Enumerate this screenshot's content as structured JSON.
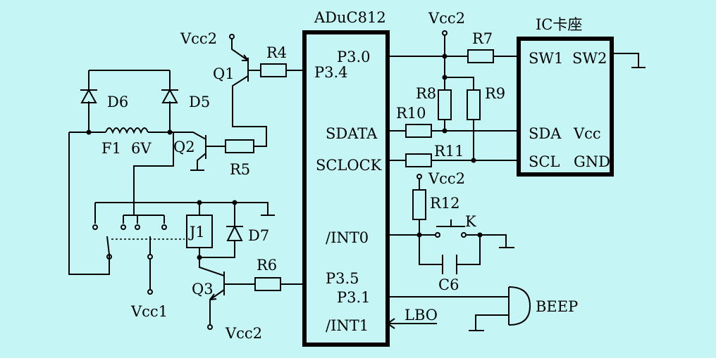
{
  "colors": {
    "background": "#c6f5f5",
    "ink": "#000000"
  },
  "chip": {
    "title": "ADuC812",
    "pins": {
      "p30": "P3.0",
      "p34": "P3.4",
      "sdata": "SDATA",
      "sclock": "SCLOCK",
      "int0": "/INT0",
      "p35": "P3.5",
      "p31": "P3.1",
      "int1": "/INT1"
    }
  },
  "ic_socket": {
    "title": "IC卡座",
    "sw1": "SW1",
    "sw2": "SW2",
    "sda": "SDA",
    "vcc": "Vcc",
    "scl": "SCL",
    "gnd": "GND"
  },
  "supplies": {
    "vcc2_q1": "Vcc2",
    "vcc2_r7": "Vcc2",
    "vcc2_r12": "Vcc2",
    "vcc2_q3": "Vcc2",
    "vcc1": "Vcc1"
  },
  "resistors": {
    "r4": "R4",
    "r5": "R5",
    "r6": "R6",
    "r7": "R7",
    "r8": "R8",
    "r9": "R9",
    "r10": "R10",
    "r11": "R11",
    "r12": "R12"
  },
  "transistors": {
    "q1": "Q1",
    "q2": "Q2",
    "q3": "Q3"
  },
  "diodes": {
    "d5": "D5",
    "d6": "D6",
    "d7": "D7"
  },
  "fuse": {
    "name": "F1",
    "rating": "6V"
  },
  "relay": {
    "name": "J1"
  },
  "key": {
    "name": "K"
  },
  "capacitor": {
    "name": "C6"
  },
  "buzzer": {
    "name": "BEEP"
  },
  "signal": {
    "lbo": "LBO"
  }
}
